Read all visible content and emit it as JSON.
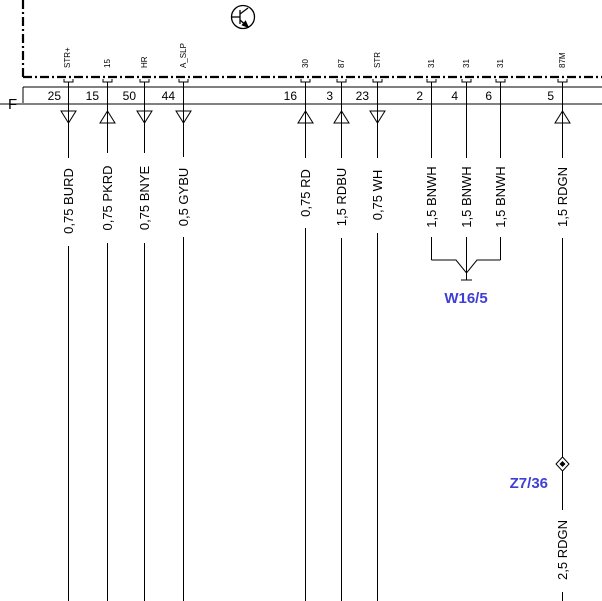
{
  "diagram": {
    "row_label": "F",
    "pins": [
      {
        "id": "p25",
        "terminal": "STR+",
        "pin": "25",
        "wire": "0,75 BURD",
        "direction": "down"
      },
      {
        "id": "p15",
        "terminal": "15",
        "pin": "15",
        "wire": "0,75 PKRD",
        "direction": "up"
      },
      {
        "id": "p50",
        "terminal": "HR",
        "pin": "50",
        "wire": "0,75 BNYE",
        "direction": "down"
      },
      {
        "id": "p44",
        "terminal": "A_SLP",
        "pin": "44",
        "wire": "0,5 GYBU",
        "direction": "down"
      },
      {
        "id": "p16",
        "terminal": "30",
        "pin": "16",
        "wire": "0,75 RD",
        "direction": "up"
      },
      {
        "id": "p3",
        "terminal": "87",
        "pin": "3",
        "wire": "1,5 RDBU",
        "direction": "up"
      },
      {
        "id": "p23",
        "terminal": "STR",
        "pin": "23",
        "wire": "0,75 WH",
        "direction": "down"
      },
      {
        "id": "p2",
        "terminal": "31",
        "pin": "2",
        "wire": "1,5 BNWH",
        "direction": "none"
      },
      {
        "id": "p4",
        "terminal": "31",
        "pin": "4",
        "wire": "1,5 BNWH",
        "direction": "none"
      },
      {
        "id": "p6",
        "terminal": "31",
        "pin": "6",
        "wire": "1,5 BNWH",
        "direction": "none"
      },
      {
        "id": "p5",
        "terminal": "87M",
        "pin": "5",
        "wire": "1,5 RDGN",
        "direction": "up"
      }
    ],
    "splice_ground": {
      "label": "W16/5"
    },
    "connector_z": {
      "label": "Z7/36",
      "wire_after": "2,5 RDGN"
    }
  }
}
